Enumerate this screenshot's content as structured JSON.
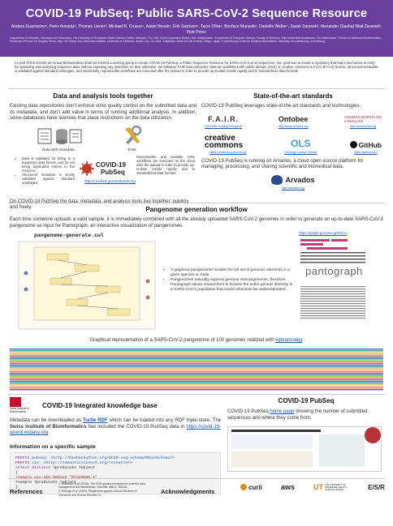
{
  "header": {
    "title": "COVID-19 PubSeq: Public SARS-CoV-2 Sequence Resource",
    "authors": "Andrea Guarracino¹, Peter Amstutz², Thomas Liener³, Michael R. Crusoe⁴, Adam Novak⁵, Erik Garrison⁵, Tazro Ohta⁶, Bonface Munyoki¹, Danielle Welter⁷, Sarah Zaranek², Alexander (Sasha) Wait Zaranek², Pjotr Prins¹",
    "affiliations": "¹Department of Genetics, Genomics and Informatics, The University of Tennessee Health Science Center, Memphis, TN, USA. ²Curii Corporation Boston, MA. ³Independent. ⁴Department of Computer Science, Faculty of Sciences, Vrije Universiteit Amsterdam, The Netherlands. ⁵Centre for Molecular Bioinformatics, University Of Rome Tor Vergata, Rome, Italy. ⁶UC Santa Cruz Genomics Institute, University of California, Santa Cruz, CA, USA. ⁷Database Center for Life Science, Tokyo, Japan. ⁸Luxembourg Centre for Systems Biomedicine, University of Luxembourg, Luxembourg"
  },
  "abstract": "As part of the COVID-19 Virtual Biohackathon 2020 we formed a working group to create COVID-19 PubSeq: a Public Sequence Resource for SARS-CoV-2 virus sequences. Our goal was to create a repository that had a low barrier to entry for uploading and analyzing sequence data, without imposing any restriction on their utilization. We followed FAIR data principles: data are published with public domain (CC0) or creative commons 4.0 (CC-BY-4.0) license, structured metadata is validated against standard ontologies, and importantly, reproducible workflows are executed after the upload in order to provide up-to-date results rapidly and in standardized data formats.",
  "left": {
    "heading": "Data and analysis tools together",
    "para1": "Existing data repositories don't enforce strict quality control on the submitted data and its metadata, and don't add value in terms of running additional analysis. In addition, some databases have licenses that place restrictions on the data utilization.",
    "label_data": "Data with metadata",
    "label_tools": "Tools",
    "bullets": [
      "Data is validated for being in a supported data format, and for not being duplicated entries in the resource.",
      "Structured metadata is strictly validated against standard ontologies."
    ],
    "right_note": "Reproducible and scalable CWL workflows are executed on the cloud after the upload in order to provide up-to-date results rapidly and in standardized data formats.",
    "brand": "COVID-19",
    "brand_sub": "PubSeq",
    "brand_link": "http://covid19.genenetwork.org",
    "para2": "On COVID-19 PubSeq the data, metadata, and analysis tools live together, publicly and freely."
  },
  "right": {
    "heading": "State-of-the-art standards",
    "intro": "COVID-19 PubSeq leverages state-of-the-art standards and technologies.",
    "logos_row1": [
      {
        "name": "F.A.I.R.",
        "cap": "The FAIR Guiding Principles¹"
      },
      {
        "name": "Ontobee",
        "cap": "http://www.ontobee.org"
      },
      {
        "name": "COMMON WORKFLOW LANGUAGE",
        "cap": "http://commonwl.org"
      }
    ],
    "logos_row2": [
      {
        "name": "creative commons",
        "cap": "https://creativecommons.org"
      },
      {
        "name": "OLS",
        "cap": "Ontology Lookup Service"
      },
      {
        "name": "GitHub",
        "cap": "https://github.com"
      }
    ],
    "para": "COVID-19 PubSeq is running on Arvados, a cloud open source platform for managing, processing, and sharing scientific and biomedical data.",
    "arvados": "Arvados",
    "arvados_link": "http://arvados.org"
  },
  "pangenome": {
    "heading": "Pangenome generation workflow",
    "intro": "Each time someone uploads a valid sample, it is immediately combined with all the already uploaded SARS-CoV-2 genomes in order to generate an up-to-date SARS-CoV-2 pangenome as input for Pantograph, an interactive visualization of pangenomes.",
    "workflow_file": "pangenome-generate.cwl",
    "bullets": [
      "A graphical pangenome² models the full set of genomic elements in a given species or clade.",
      "Pangenomes naturally express genome rearrangements, therefore Pantograph allows researchers to browse the entire genetic diversity in a SARS-CoV-2 population that would otherwise be underestimated."
    ],
    "pantograph_link": "https://graph-genome.github.io",
    "pantograph_name": "pantograph",
    "graph_caption_a": "Graphical representation of a SARS-CoV-2 pangenome of 100 genomes realized with ",
    "graph_caption_link": "vgteam/odgi",
    "graph_caption_b": "."
  },
  "kb": {
    "heading": "COVID-19 Integrated knowledge base",
    "sib": "Swiss Institute of Bioinformatics",
    "para_a": "Metadata can be downloaded as ",
    "turtle": "Turtle RDF",
    "para_b": " which can be loaded into any RDF triple-store. The ",
    "sib_bold": "Swiss Institute of Bioinformatics",
    "para_c": " has included the COVID-19 PubSeq data in ",
    "sparql": "https://covid-19-sparql.expasy.org",
    "para_d": ".",
    "info_heading": "Information on a specific sample",
    "code": [
      {
        "kw": "PREFIX",
        "rest": " pubseq: <http://biohackathon.org/bh20-seq-schema#MainSchema/>"
      },
      {
        "kw": "PREFIX",
        "rest": " sio: <http://semanticscience.org/resource/>"
      },
      {
        "kw": "select distinct",
        "rest": " ?predicate ?object"
      },
      {
        "kw": "",
        "rest": "{"
      },
      {
        "kw": "",
        "rest": "  ?sample sio:SIO_000115 \"MT326090.1\" ."
      },
      {
        "kw": "",
        "rest": "  ?sample ?predicate ?object ."
      },
      {
        "kw": "",
        "rest": "}"
      }
    ]
  },
  "pubseq": {
    "heading": "COVID-19 PubSeq",
    "para_a": "COVID-19 PubSeq ",
    "home": "home page",
    "para_b": " showing the number of submitted sequences and where they come from."
  },
  "footer": {
    "references_label": "References",
    "refs": [
      "1. Wilkinson et al. (2016). The FAIR guiding principles for scientific data management and stewardship. Scientific data 3, 160018.",
      "2. Eizenga et al. (2020). Pangenome graphs. Annual Reviews of Genomics and Human Genetics 21."
    ],
    "ack_label": "Acknowledgments",
    "sponsors": [
      "curii",
      "aws",
      "UT",
      "THE UNIVERSITY OF TENNESSEE HEALTH SCIENCE CENTER",
      "E/S/R"
    ]
  }
}
